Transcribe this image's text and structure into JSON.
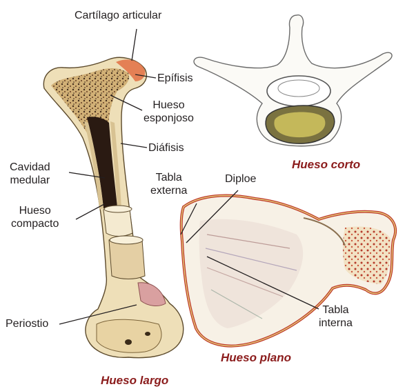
{
  "labels": {
    "cartilago": "Cartílago articular",
    "epifisis": "Epífisis",
    "hueso_esponjoso": [
      "Hueso",
      "esponjoso"
    ],
    "diafisis": "Diáfisis",
    "cavidad_medular": [
      "Cavidad",
      "medular"
    ],
    "hueso_compacto": [
      "Hueso",
      "compacto"
    ],
    "periostio": "Periostio",
    "tabla_externa": [
      "Tabla",
      "externa"
    ],
    "diploe": "Diploe",
    "tabla_interna": [
      "Tabla",
      "interna"
    ]
  },
  "captions": {
    "hueso_corto": "Hueso corto",
    "hueso_plano": "Hueso plano",
    "hueso_largo": "Hueso largo"
  },
  "colors": {
    "caption": "#8b1c1c",
    "label_text": "#231f20",
    "bone": "#eedfb8",
    "marrow": "#2a1a12",
    "spongy": "#c8a66a",
    "cartilage": "#e2754a",
    "vertebral_body": "#c4b85a"
  }
}
